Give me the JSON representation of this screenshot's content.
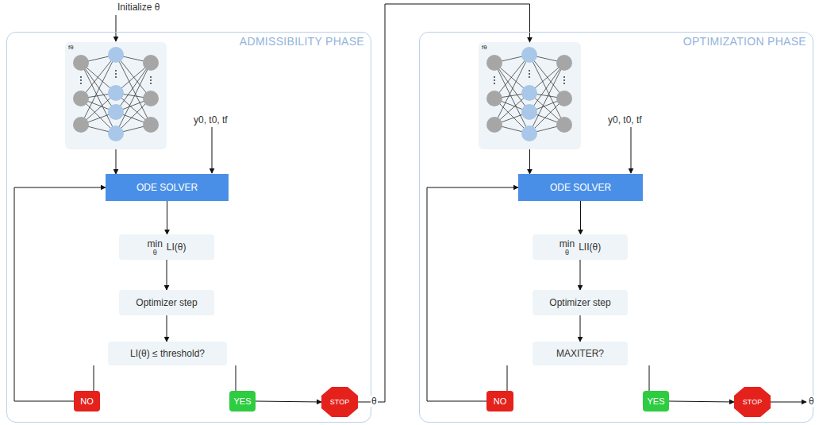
{
  "diagram": {
    "nodes": [
      {
        "text": [
          "ADMISSIBILITY PHASE"
        ]
      },
      {
        "text": [
          "fθ"
        ],
        "in": 0
      },
      {
        "text": [
          "ODE SOLVER"
        ],
        "in": 0
      },
      {
        "text": [
          "min",
          "θ",
          "LI(θ)"
        ],
        "in": 0
      },
      {
        "text": [
          "Optimizer step"
        ],
        "in": 0
      },
      {
        "text": [
          "LI(θ) ≤ threshold?"
        ],
        "in": 0
      },
      {
        "text": [
          "NO"
        ],
        "in": 0
      },
      {
        "text": [
          "YES"
        ],
        "in": 0
      },
      {
        "text": [
          "STOP"
        ],
        "in": 0
      },
      {
        "text": [
          "OPTIMIZATION PHASE"
        ]
      },
      {
        "text": [
          "fθ"
        ],
        "in": 9
      },
      {
        "text": [
          "ODE SOLVER"
        ],
        "in": 9
      },
      {
        "text": [
          "min",
          "θ",
          "LII(θ)"
        ],
        "in": 9
      },
      {
        "text": [
          "Optimizer step"
        ],
        "in": 9
      },
      {
        "text": [
          "MAXITER?"
        ],
        "in": 9
      },
      {
        "text": [
          "NO"
        ],
        "in": 9
      },
      {
        "text": [
          "YES"
        ],
        "in": 9
      },
      {
        "text": [
          "STOP"
        ],
        "in": 9
      }
    ],
    "edges": [
      {
        "from": 1,
        "to": 2,
        "arrow": "to"
      },
      {
        "from": 2,
        "to": 3,
        "arrow": "to"
      },
      {
        "from": 3,
        "to": 4,
        "arrow": "to"
      },
      {
        "from": 4,
        "to": 5,
        "arrow": "to"
      },
      {
        "from": 5,
        "to": 6,
        "arrow": "none"
      },
      {
        "from": 5,
        "to": 7,
        "arrow": "none"
      },
      {
        "from": 6,
        "to": 2,
        "arrow": "to"
      },
      {
        "from": 7,
        "to": 8,
        "arrow": "to"
      },
      {
        "from": 8,
        "to": 10,
        "arrow": "to"
      },
      {
        "from": 10,
        "to": 11,
        "arrow": "to"
      },
      {
        "from": 11,
        "to": 12,
        "arrow": "to"
      },
      {
        "from": 12,
        "to": 13,
        "arrow": "to"
      },
      {
        "from": 13,
        "to": 14,
        "arrow": "to"
      },
      {
        "from": 14,
        "to": 15,
        "arrow": "none"
      },
      {
        "from": 14,
        "to": 16,
        "arrow": "none"
      },
      {
        "from": 15,
        "to": 11,
        "arrow": "to"
      },
      {
        "from": 16,
        "to": 17,
        "arrow": "to"
      }
    ],
    "labels": [
      "Initialize θ",
      "y0, t0, tf",
      "θ",
      "y0, t0, tf",
      "θ"
    ]
  }
}
